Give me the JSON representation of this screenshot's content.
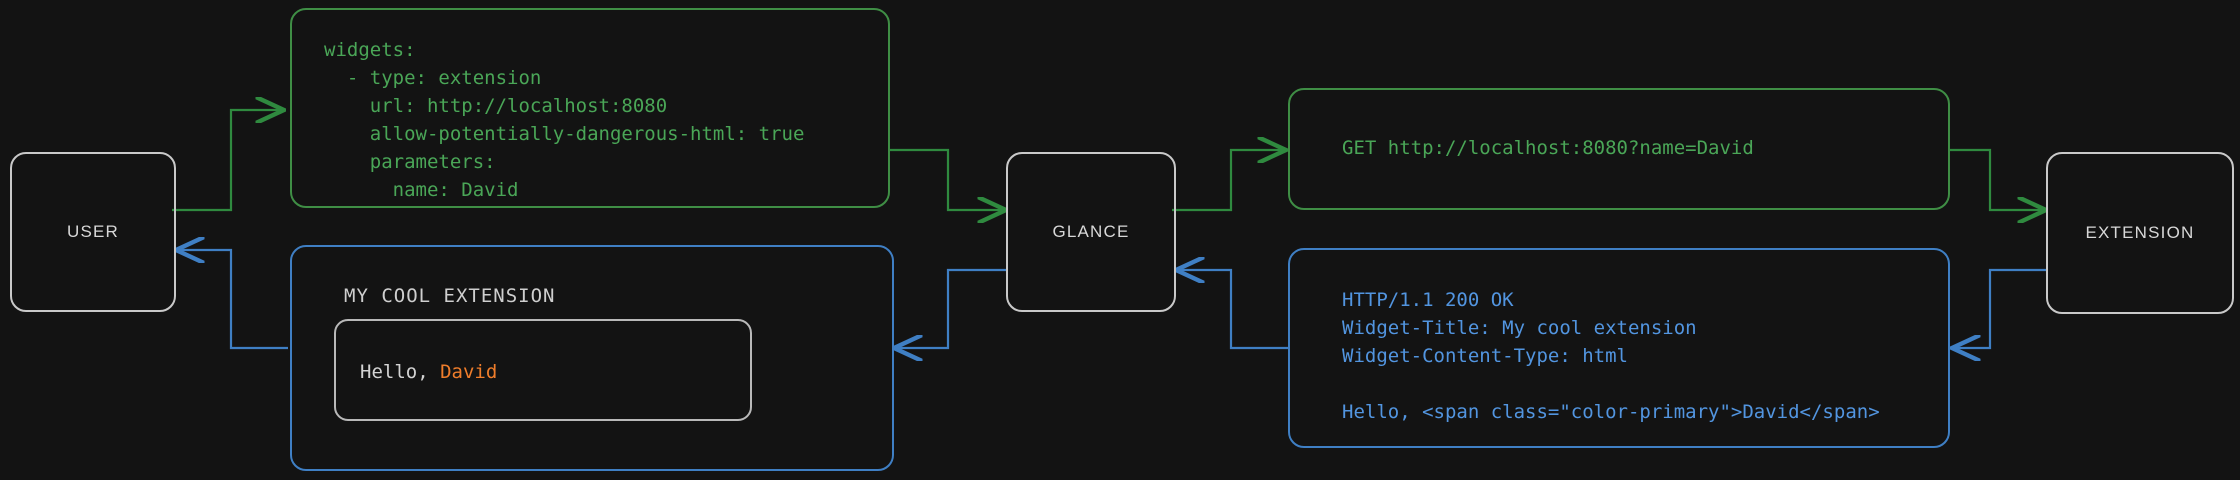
{
  "background": "#131313",
  "colors": {
    "request_green": "#4aa657",
    "response_blue": "#5295e0",
    "node_gray": "#c9c9c9",
    "accent_orange": "#ef7d2b"
  },
  "nodes": {
    "user": "USER",
    "glance": "GLANCE",
    "extension": "EXTENSION"
  },
  "config_box": {
    "title": "glance-config-yaml",
    "text": "widgets:\n  - type: extension\n    url: http://localhost:8080\n    allow-potentially-dangerous-html: true\n    parameters:\n      name: David"
  },
  "request_box": {
    "text": "GET http://localhost:8080?name=David"
  },
  "response_box": {
    "text": "HTTP/1.1 200 OK\nWidget-Title: My cool extension\nWidget-Content-Type: html\n\nHello, <span class=\"color-primary\">David</span>"
  },
  "widget_preview": {
    "title": "MY COOL EXTENSION",
    "greeting_prefix": "Hello, ",
    "greeting_name": "David"
  }
}
